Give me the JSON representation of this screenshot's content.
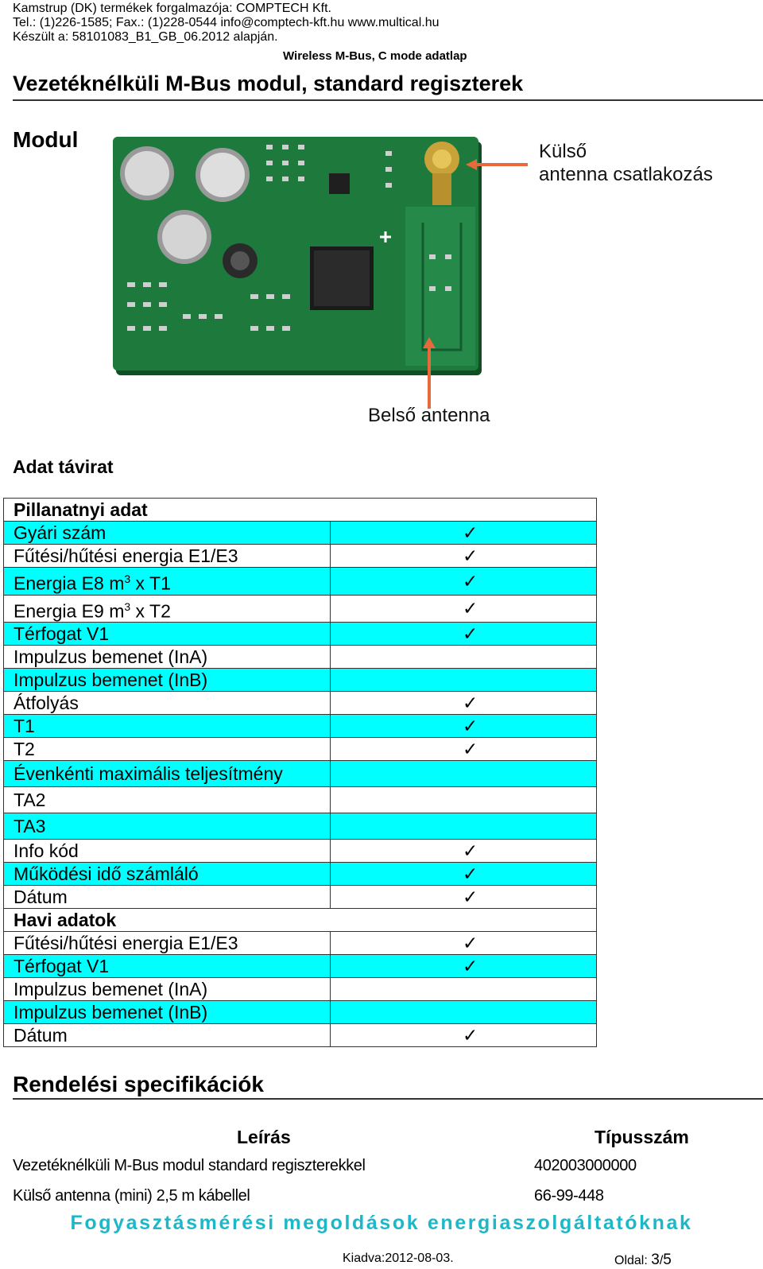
{
  "header": {
    "line1": "Kamstrup (DK) termékek forgalmazója: COMPTECH Kft.",
    "line2": "Tel.: (1)226-1585; Fax.: (1)228-0544  info@comptech-kft.hu  www.multical.hu",
    "line3": "Készült a: 58101083_B1_GB_06.2012 alapján.",
    "doc_type": "Wireless M-Bus, C mode adatlap"
  },
  "title": "Vezetéknélküli M-Bus modul, standard regiszterek",
  "module": {
    "heading": "Modul",
    "callout_external_line1": "Külső",
    "callout_external_line2": "antenna csatlakozás",
    "callout_internal": "Belső antenna",
    "colors": {
      "pcb": "#1e7a3c",
      "arrow": "#e86a3a",
      "gold": "#c9a23a"
    }
  },
  "data_telegram": {
    "heading": "Adat távirat",
    "check_mark": "✓",
    "highlight_color": "#00ffff",
    "rows": [
      {
        "label": "Pillanatnyi adat",
        "check": "",
        "section": true
      },
      {
        "label": "Gyári szám",
        "check": "✓"
      },
      {
        "label": "Fűtési/hűtési energia E1/E3",
        "check": "✓"
      },
      {
        "label": "Energia E8 m",
        "sup": "3",
        "suffix": " x T1",
        "check": "✓"
      },
      {
        "label": "Energia E9 m",
        "sup": "3",
        "suffix": " x T2",
        "check": "✓"
      },
      {
        "label": "Térfogat V1",
        "check": "✓"
      },
      {
        "label": "Impulzus bemenet (InA)",
        "check": ""
      },
      {
        "label": "Impulzus bemenet (InB)",
        "check": ""
      },
      {
        "label": "Átfolyás",
        "check": "✓"
      },
      {
        "label": "T1",
        "check": "✓"
      },
      {
        "label": "T2",
        "check": "✓"
      },
      {
        "label": "Évenkénti maximális teljesítmény",
        "check": ""
      },
      {
        "label": "TA2",
        "check": ""
      },
      {
        "label": "TA3",
        "check": ""
      },
      {
        "label": "Info kód",
        "check": "✓"
      },
      {
        "label": "Működési idő számláló",
        "check": "✓"
      },
      {
        "label": "Dátum",
        "check": "✓"
      },
      {
        "label": "Havi adatok",
        "check": "",
        "section": true
      },
      {
        "label": "Fűtési/hűtési energia E1/E3",
        "check": "✓"
      },
      {
        "label": "Térfogat V1",
        "check": "✓"
      },
      {
        "label": "Impulzus bemenet (InA)",
        "check": ""
      },
      {
        "label": "Impulzus bemenet (InB)",
        "check": ""
      },
      {
        "label": "Dátum",
        "check": "✓"
      }
    ]
  },
  "ordering": {
    "heading": "Rendelési specifikációk",
    "col_description": "Leírás",
    "col_type": "Típusszám",
    "items": [
      {
        "description": "Vezetéknélküli M-Bus modul standard regiszterekkel",
        "type": "402003000000"
      },
      {
        "description": "Külső antenna (mini) 2,5 m kábellel",
        "type": "66-99-448"
      }
    ]
  },
  "slogan": "Fogyasztásmérési megoldások energiaszolgáltatóknak",
  "footer": {
    "issued": "Kiadva:2012-08-03.",
    "page_label": "Oldal: ",
    "page_current": "3",
    "page_sep": "/",
    "page_total": "5"
  }
}
